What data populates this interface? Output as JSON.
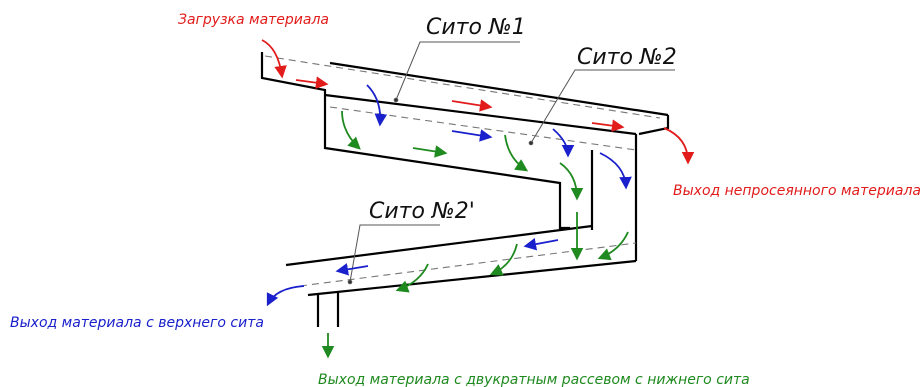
{
  "labels": {
    "loading": "Загрузка материала",
    "sieve1": "Сито №1",
    "sieve2": "Сито №2",
    "sieve2prime": "Сито №2'",
    "unsifted_out": "Выход непросеянного материала",
    "upper_sieve_out": "Выход материала с верхнего сита",
    "double_sifted_out": "Выход материала с двукратным рассевом с нижнего сита"
  },
  "colors": {
    "outline": "#000000",
    "sieve_line": "#777777",
    "red_flow": "#e21b1b",
    "blue_flow": "#1a20cc",
    "green_flow": "#1f8a1f"
  }
}
